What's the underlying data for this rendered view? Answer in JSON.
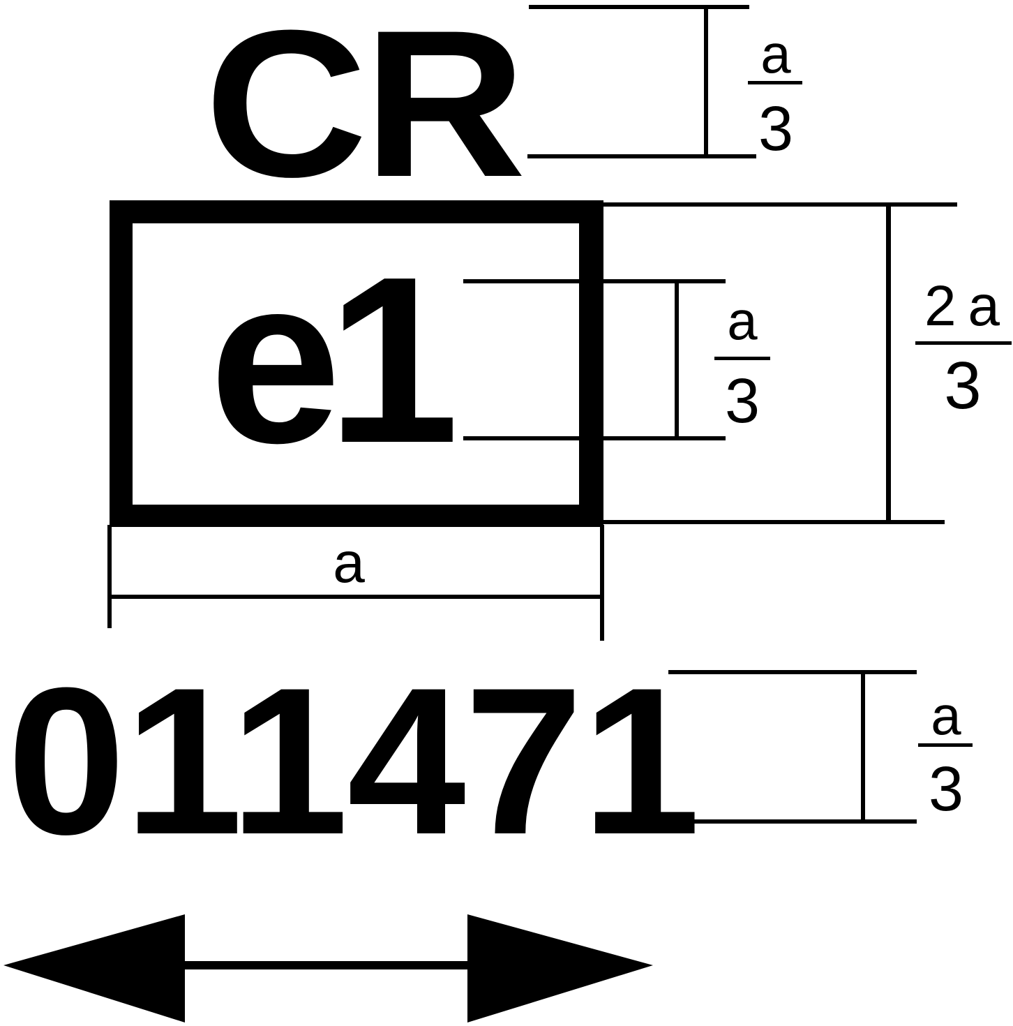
{
  "marking": {
    "top_code": "CR",
    "approval_mark": "e1",
    "approval_number": "011471"
  },
  "dimensions": {
    "cr_height": {
      "numerator": "a",
      "denominator": "3"
    },
    "e1_height": {
      "numerator": "a",
      "denominator": "3"
    },
    "box_height": {
      "numerator": "2 a",
      "denominator": "3"
    },
    "box_width": "a",
    "number_height": {
      "numerator": "a",
      "denominator": "3"
    }
  },
  "symbols": {
    "direction": "double-arrow-horizontal"
  }
}
